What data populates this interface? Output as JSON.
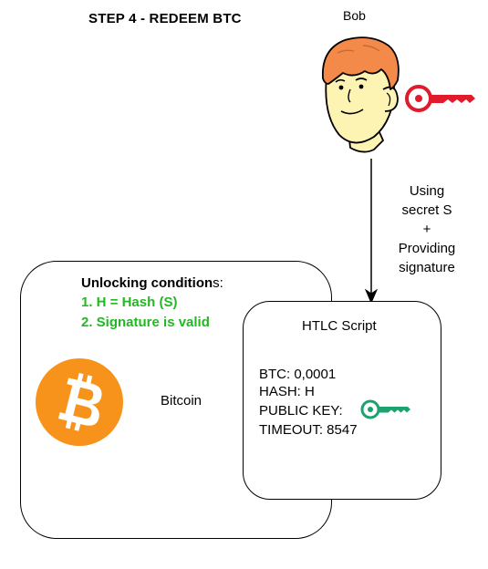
{
  "diagram": {
    "title": "STEP 4 - REDEEM BTC",
    "actor": {
      "name": "Bob",
      "icon": "person-icon",
      "key_icon": "red-key-icon",
      "key_color": "#e01b2c"
    },
    "action": {
      "lines": [
        "Using",
        "secret S",
        "+",
        "Providing",
        "signature"
      ]
    },
    "chain": {
      "label": "Bitcoin",
      "logo": "bitcoin-icon",
      "logo_color": "#f7931a",
      "unlocking": {
        "heading_bold": "Unlocking condition",
        "heading_rest": "s:",
        "conditions": [
          "1. H = Hash (S)",
          "2. Signature is valid"
        ],
        "condition_color": "#22b822"
      }
    },
    "htlc": {
      "title": "HTLC Script",
      "btc": "BTC: 0,0001",
      "hash": "HASH: H",
      "public_key_label": "PUBLIC KEY:",
      "public_key_icon": "green-key-icon",
      "public_key_color": "#1aa36d",
      "timeout": "TIMEOUT: 8547"
    }
  }
}
